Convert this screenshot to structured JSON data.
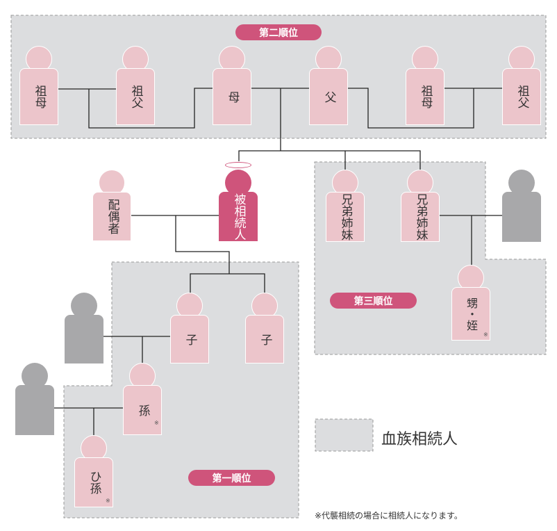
{
  "colors": {
    "relative": "#ecc5cb",
    "deceased": "#cf547b",
    "other": "#a8a8aa",
    "region": "#dcdddf"
  },
  "ranks": {
    "second": "第二順位",
    "third": "第三順位",
    "first": "第一順位"
  },
  "people": {
    "grandmother_paternal": "祖母",
    "grandfather_paternal": "祖父",
    "mother": "母",
    "father": "父",
    "grandmother_maternal": "祖母",
    "grandfather_maternal": "祖父",
    "spouse": "配偶者",
    "deceased": "被相続人",
    "sibling1": "兄弟姉妹",
    "sibling2": "兄弟姉妹",
    "nephew_niece": "甥・姪",
    "child1": "子",
    "child2": "子",
    "grandchild": "孫",
    "great_grandchild": "ひ孫"
  },
  "note_mark": "※",
  "legend": {
    "label": "血族相続人"
  },
  "footnote": "※代襲相続の場合に相続人になります。"
}
